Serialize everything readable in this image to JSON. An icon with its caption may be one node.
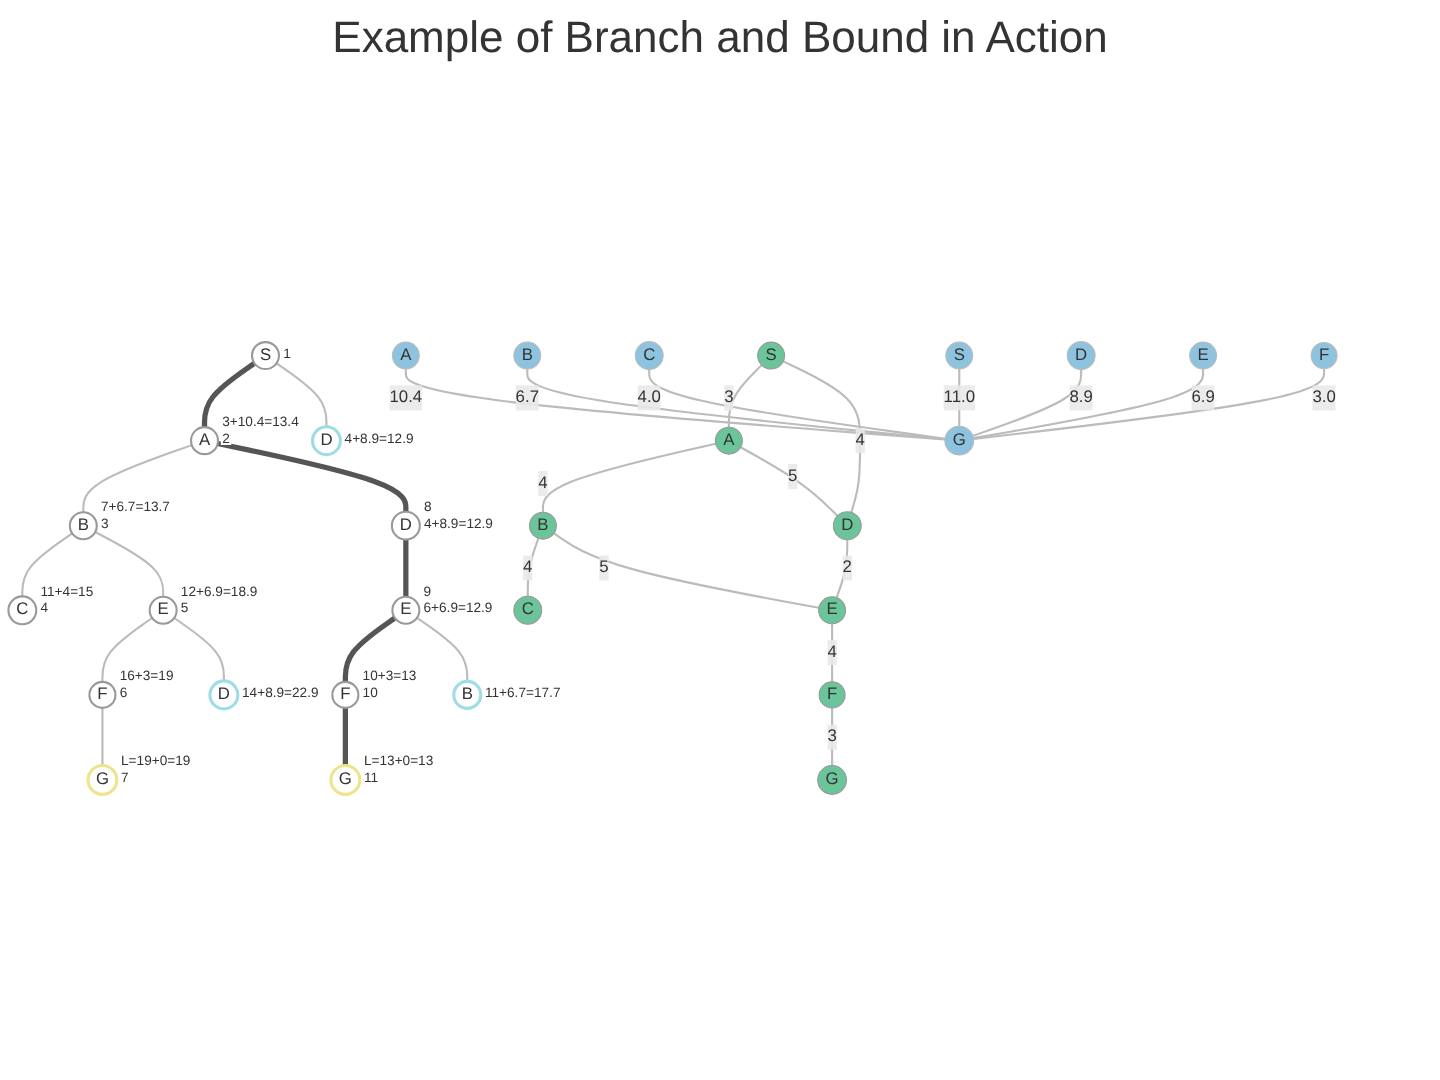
{
  "diagram": {
    "title": "Example of Branch and Bound in Action",
    "nodes": [
      {
        "text": [
          "S"
        ],
        "beside": [
          "1"
        ]
      },
      {
        "text": [
          "A"
        ],
        "beside": [
          "3+10.4=13.4",
          "2"
        ]
      },
      {
        "text": [
          "D"
        ],
        "beside": [
          "4+8.9=12.9"
        ]
      },
      {
        "text": [
          "B"
        ],
        "beside": [
          "7+6.7=13.7",
          "3"
        ]
      },
      {
        "text": [
          "D"
        ],
        "beside": [
          "8",
          "4+8.9=12.9"
        ]
      },
      {
        "text": [
          "C"
        ],
        "beside": [
          "11+4=15",
          "4"
        ]
      },
      {
        "text": [
          "E"
        ],
        "beside": [
          "12+6.9=18.9",
          "5"
        ]
      },
      {
        "text": [
          "E"
        ],
        "beside": [
          "9",
          "6+6.9=12.9"
        ]
      },
      {
        "text": [
          "F"
        ],
        "beside": [
          "16+3=19",
          "6"
        ]
      },
      {
        "text": [
          "D"
        ],
        "beside": [
          "14+8.9=22.9"
        ]
      },
      {
        "text": [
          "F"
        ],
        "beside": [
          "10+3=13",
          "10"
        ]
      },
      {
        "text": [
          "B"
        ],
        "beside": [
          "11+6.7=17.7"
        ]
      },
      {
        "text": [
          "G"
        ],
        "beside": [
          "L=19+0=19",
          "7"
        ]
      },
      {
        "text": [
          "G"
        ],
        "beside": [
          "L=13+0=13",
          "11"
        ]
      },
      {
        "text": [
          "A"
        ]
      },
      {
        "text": [
          "B"
        ]
      },
      {
        "text": [
          "C"
        ]
      },
      {
        "text": [
          "S"
        ]
      },
      {
        "text": [
          "G"
        ]
      },
      {
        "text": [
          "D"
        ]
      },
      {
        "text": [
          "E"
        ]
      },
      {
        "text": [
          "F"
        ]
      },
      {
        "text": [
          "A"
        ]
      },
      {
        "text": [
          "B"
        ]
      },
      {
        "text": [
          "C"
        ]
      },
      {
        "text": [
          "S"
        ]
      },
      {
        "text": [
          "G"
        ]
      },
      {
        "text": [
          "D"
        ]
      },
      {
        "text": [
          "E"
        ]
      },
      {
        "text": [
          "F"
        ]
      }
    ],
    "edges": [
      {
        "from": 0,
        "to": 1,
        "arrow": "none",
        "style": "thick",
        "color": "#555555"
      },
      {
        "from": 0,
        "to": 2,
        "arrow": "none"
      },
      {
        "from": 1,
        "to": 3,
        "arrow": "none"
      },
      {
        "from": 1,
        "to": 4,
        "arrow": "none",
        "style": "thick",
        "color": "#555555"
      },
      {
        "from": 3,
        "to": 5,
        "arrow": "none"
      },
      {
        "from": 3,
        "to": 6,
        "arrow": "none"
      },
      {
        "from": 4,
        "to": 7,
        "arrow": "none",
        "style": "thick",
        "color": "#555555"
      },
      {
        "from": 6,
        "to": 8,
        "arrow": "none"
      },
      {
        "from": 6,
        "to": 9,
        "arrow": "none"
      },
      {
        "from": 7,
        "to": 10,
        "arrow": "none",
        "style": "thick",
        "color": "#555555"
      },
      {
        "from": 7,
        "to": 11,
        "arrow": "none"
      },
      {
        "from": 8,
        "to": 12,
        "arrow": "none"
      },
      {
        "from": 10,
        "to": 13,
        "arrow": "none",
        "style": "thick",
        "color": "#555555"
      },
      {
        "from": 14,
        "to": 15,
        "label": "4",
        "arrow": "none"
      },
      {
        "from": 15,
        "to": 16,
        "label": "4",
        "arrow": "none"
      },
      {
        "from": 17,
        "to": 14,
        "label": "3",
        "arrow": "none"
      },
      {
        "from": 17,
        "to": 19,
        "label": "4",
        "arrow": "none"
      },
      {
        "from": 14,
        "to": 19,
        "label": "5",
        "arrow": "none"
      },
      {
        "from": 15,
        "to": 20,
        "label": "5",
        "arrow": "none"
      },
      {
        "from": 19,
        "to": 20,
        "label": "2",
        "arrow": "none"
      },
      {
        "from": 20,
        "to": 21,
        "label": "4",
        "arrow": "none"
      },
      {
        "from": 21,
        "to": 18,
        "label": "3",
        "arrow": "none"
      },
      {
        "from": 22,
        "to": 26,
        "label": "10.4",
        "arrow": "none"
      },
      {
        "from": 23,
        "to": 26,
        "label": "6.7",
        "arrow": "none"
      },
      {
        "from": 24,
        "to": 26,
        "label": "4.0",
        "arrow": "none"
      },
      {
        "from": 25,
        "to": 26,
        "label": "11.0",
        "arrow": "none"
      },
      {
        "from": 27,
        "to": 26,
        "label": "8.9",
        "arrow": "none"
      },
      {
        "from": 28,
        "to": 26,
        "label": "6.9",
        "arrow": "none"
      },
      {
        "from": 29,
        "to": 26,
        "label": "3.0",
        "arrow": "none"
      }
    ]
  }
}
